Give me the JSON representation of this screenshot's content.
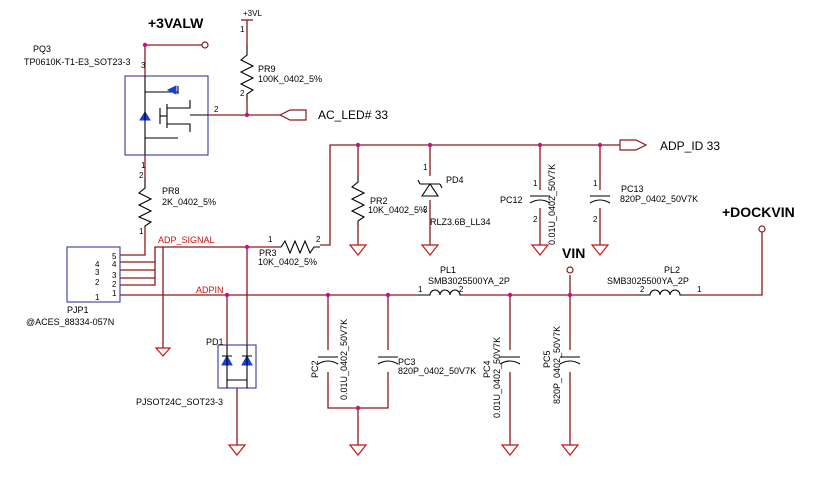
{
  "power": {
    "valw": "+3VALW",
    "vl": "+3VL",
    "vin": "VIN",
    "dockvin": "+DOCKVIN"
  },
  "ports": {
    "ac_led": "AC_LED# 33",
    "adp_id": "ADP_ID 33"
  },
  "nets": {
    "adp_signal": "ADP_SIGNAL",
    "adpin": "ADPIN"
  },
  "parts": {
    "pq3": {
      "ref": "PQ3",
      "value": "TP0610K-T1-E3_SOT23-3"
    },
    "pr9": {
      "ref": "PR9",
      "value": "100K_0402_5%"
    },
    "pr8": {
      "ref": "PR8",
      "value": "2K_0402_5%"
    },
    "pr3": {
      "ref": "PR3",
      "value": "10K_0402_5%"
    },
    "pr2": {
      "ref": "PR2",
      "value": "10K_0402_5%"
    },
    "pd4": {
      "ref": "PD4",
      "value": "RLZ3.6B_LL34"
    },
    "pc12": {
      "ref": "PC12",
      "value": "0.01U_0402_50V7K"
    },
    "pc13": {
      "ref": "PC13",
      "value": "820P_0402_50V7K"
    },
    "pjp1": {
      "ref": "PJP1",
      "value": "@ACES_88334-057N",
      "pins": [
        "5",
        "4",
        "3",
        "2",
        "1"
      ]
    },
    "pd1": {
      "ref": "PD1",
      "value": "PJSOT24C_SOT23-3"
    },
    "pc2": {
      "ref": "PC2",
      "value": "0.01U_0402_50V7K"
    },
    "pc3": {
      "ref": "PC3",
      "value": "820P_0402_50V7K"
    },
    "pc4": {
      "ref": "PC4",
      "value": "0.01U_0402_50V7K"
    },
    "pc5": {
      "ref": "PC5",
      "value": "820P_0402_50V7K"
    },
    "pl1": {
      "ref": "PL1",
      "value": "SMB3025500YA_2P"
    },
    "pl2": {
      "ref": "PL2",
      "value": "SMB3025500YA_2P"
    }
  },
  "pins": {
    "one": "1",
    "two": "2",
    "three": "3"
  }
}
